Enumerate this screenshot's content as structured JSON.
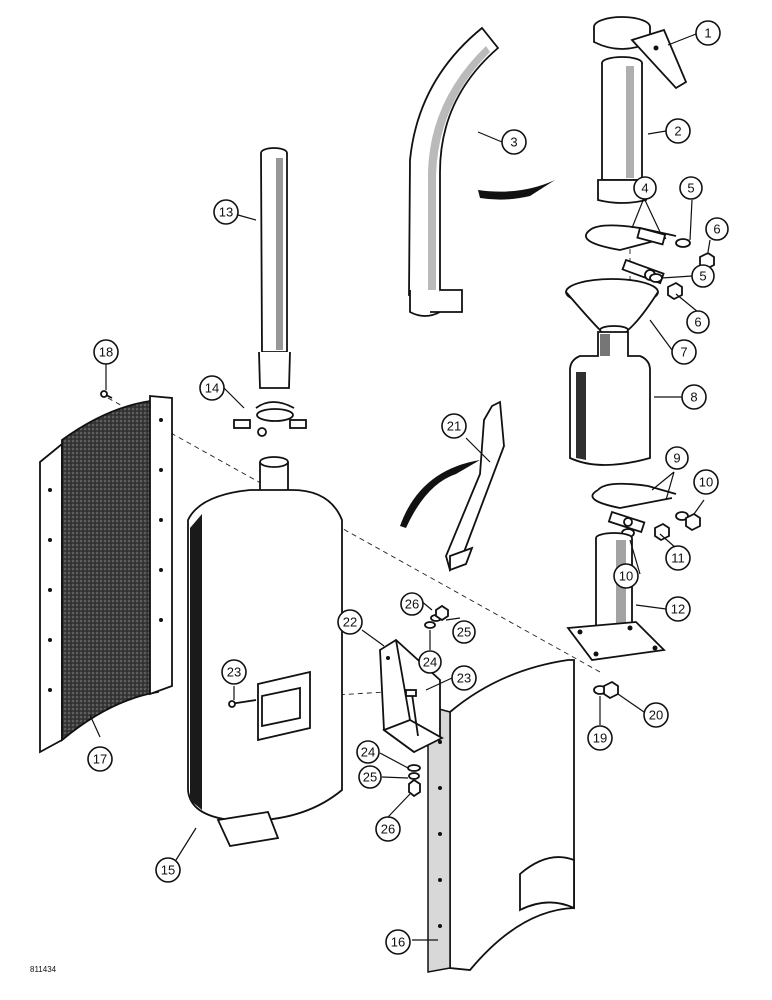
{
  "callouts": [
    {
      "label": "1"
    },
    {
      "label": "2"
    },
    {
      "label": "3"
    },
    {
      "label": "4"
    },
    {
      "label": "5"
    },
    {
      "label": "5"
    },
    {
      "label": "6"
    },
    {
      "label": "6"
    },
    {
      "label": "7"
    },
    {
      "label": "8"
    },
    {
      "label": "9"
    },
    {
      "label": "10"
    },
    {
      "label": "10"
    },
    {
      "label": "11"
    },
    {
      "label": "12"
    },
    {
      "label": "13"
    },
    {
      "label": "14"
    },
    {
      "label": "15"
    },
    {
      "label": "16"
    },
    {
      "label": "17"
    },
    {
      "label": "18"
    },
    {
      "label": "19"
    },
    {
      "label": "20"
    },
    {
      "label": "21"
    },
    {
      "label": "22"
    },
    {
      "label": "23"
    },
    {
      "label": "23"
    },
    {
      "label": "24"
    },
    {
      "label": "24"
    },
    {
      "label": "25"
    },
    {
      "label": "25"
    },
    {
      "label": "26"
    },
    {
      "label": "26"
    }
  ],
  "drawing_code": "811434"
}
